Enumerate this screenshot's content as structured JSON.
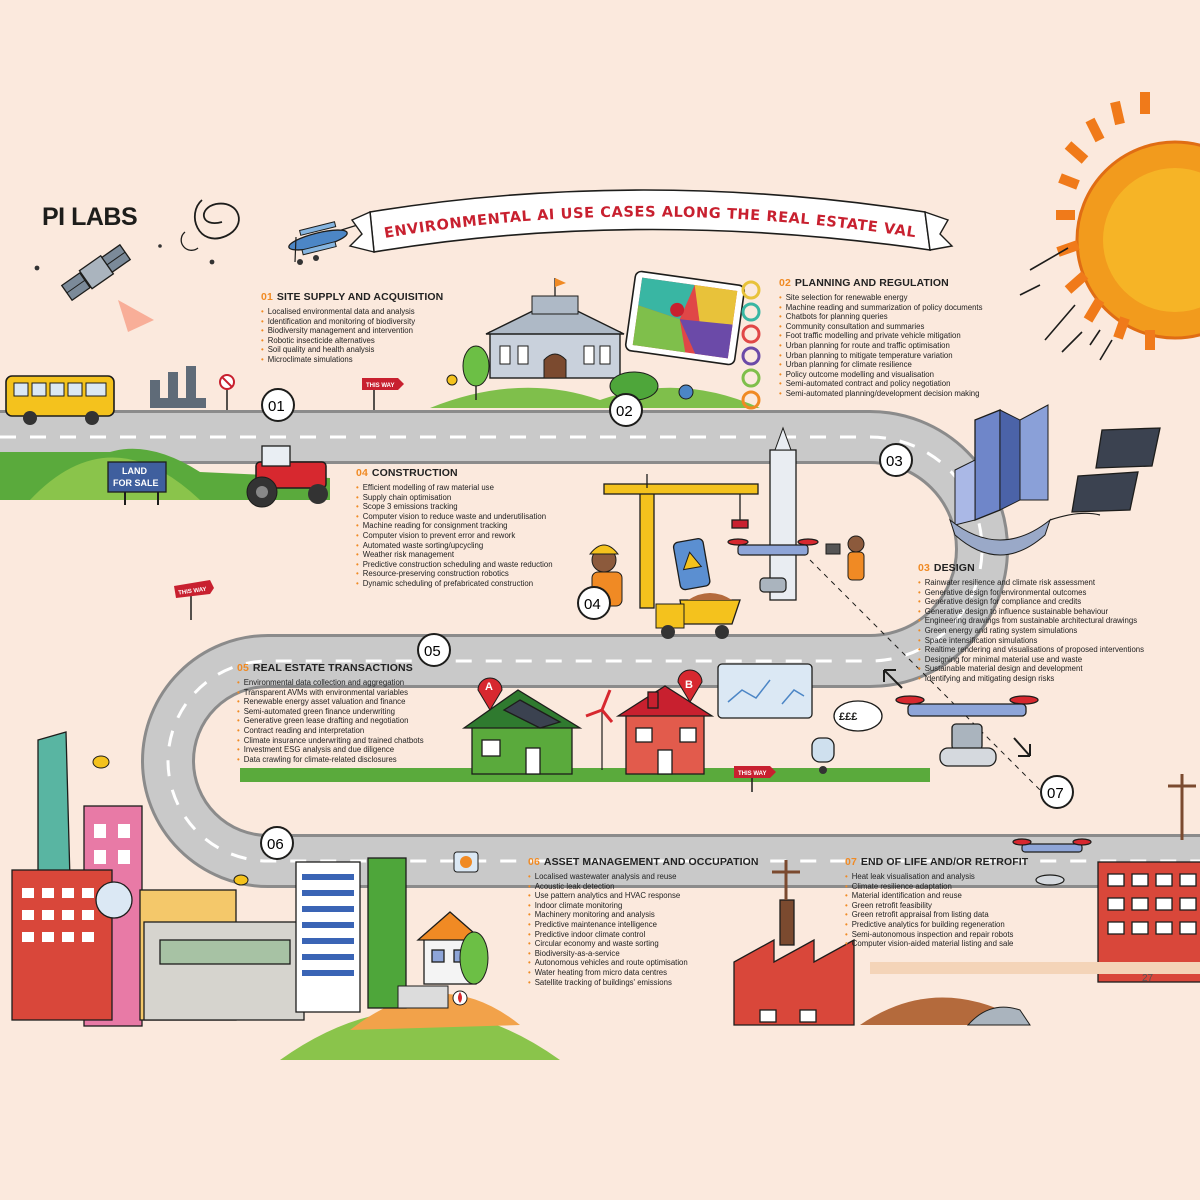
{
  "brand": "PI LABS",
  "banner": "ENVIRONMENTAL AI USE CASES ALONG THE REAL ESTATE VALUE CHAIN",
  "milestones": [
    "01",
    "02",
    "03",
    "04",
    "05",
    "06",
    "07"
  ],
  "signs": {
    "this_way": "THIS WAY",
    "land_line1": "LAND",
    "land_line2": "FOR SALE",
    "pounds": "£££",
    "marker_a": "A",
    "marker_b": "B"
  },
  "page_number": "27",
  "colors": {
    "background": "#fbe9dd",
    "road": "#c9c9c9",
    "accent_orange": "#f08a24",
    "banner_red": "#c8202f",
    "grass": "#5aaa3c",
    "sun": "#f29b1d"
  },
  "sections": [
    {
      "num": "01",
      "title": "SITE SUPPLY AND ACQUISITION",
      "items": [
        "Localised environmental data and analysis",
        "Identification and monitoring of biodiversity",
        "Biodiversity management and intervention",
        "Robotic insecticide alternatives",
        "Soil quality and health analysis",
        "Microclimate simulations"
      ]
    },
    {
      "num": "02",
      "title": "PLANNING AND REGULATION",
      "items": [
        "Site selection for renewable energy",
        "Machine reading and summarization of policy documents",
        "Chatbots for planning queries",
        "Community consultation and summaries",
        "Foot traffic modelling and private vehicle mitigation",
        "Urban planning for route and traffic optimisation",
        "Urban planning to mitigate temperature variation",
        "Urban planning for climate resilience",
        "Policy outcome modelling and visualisation",
        "Semi-automated contract and policy negotiation",
        "Semi-automated planning/development decision making"
      ]
    },
    {
      "num": "03",
      "title": "DESIGN",
      "items": [
        "Rainwater resilience and climate risk assessment",
        "Generative design for environmental outcomes",
        "Generative design for compliance and credits",
        "Generative design to influence sustainable behaviour",
        "Engineering drawings from sustainable architectural drawings",
        "Green energy and rating system simulations",
        "Space intensification simulations",
        "Realtime rendering and visualisations of proposed interventions",
        "Designing for minimal material use and waste",
        "Sustainable material design and development",
        "Identifying and mitigating design risks"
      ]
    },
    {
      "num": "04",
      "title": "CONSTRUCTION",
      "items": [
        "Efficient modelling of raw material use",
        "Supply chain optimisation",
        "Scope 3 emissions tracking",
        "Computer vision to reduce waste and underutilisation",
        "Machine reading for consignment tracking",
        "Computer vision to prevent error and rework",
        "Automated waste sorting/upcycling",
        "Weather risk management",
        "Predictive construction scheduling and waste reduction",
        "Resource-preserving construction robotics",
        "Dynamic scheduling of prefabricated construction"
      ]
    },
    {
      "num": "05",
      "title": "REAL ESTATE TRANSACTIONS",
      "items": [
        "Environmental data collection and aggregation",
        "Transparent AVMs with environmental variables",
        "Renewable energy asset valuation and finance",
        "Semi-automated green finance underwriting",
        "Generative green lease drafting and negotiation",
        "Contract reading and interpretation",
        "Climate insurance underwriting and trained chatbots",
        "Investment ESG analysis and due diligence",
        "Data crawling for climate-related disclosures"
      ]
    },
    {
      "num": "06",
      "title": "ASSET MANAGEMENT AND OCCUPATION",
      "items": [
        "Localised wastewater analysis and reuse",
        "Acoustic leak detection",
        "Use pattern analytics and HVAC response",
        "Indoor climate monitoring",
        "Machinery monitoring and analysis",
        "Predictive maintenance intelligence",
        "Predictive indoor climate control",
        "Circular economy and waste sorting",
        "Biodiversity-as-a-service",
        "Autonomous vehicles and route optimisation",
        "Water heating from micro data centres",
        "Satellite tracking of buildings' emissions"
      ]
    },
    {
      "num": "07",
      "title": "END OF LIFE AND/OR RETROFIT",
      "items": [
        "Heat leak visualisation and analysis",
        "Climate resilience adaptation",
        "Material identification and reuse",
        "Green retrofit feasibility",
        "Green retrofit appraisal from listing data",
        "Predictive analytics for building regeneration",
        "Semi-autonomous inspection and repair robots",
        "Computer vision-aided material listing and sale"
      ]
    }
  ]
}
